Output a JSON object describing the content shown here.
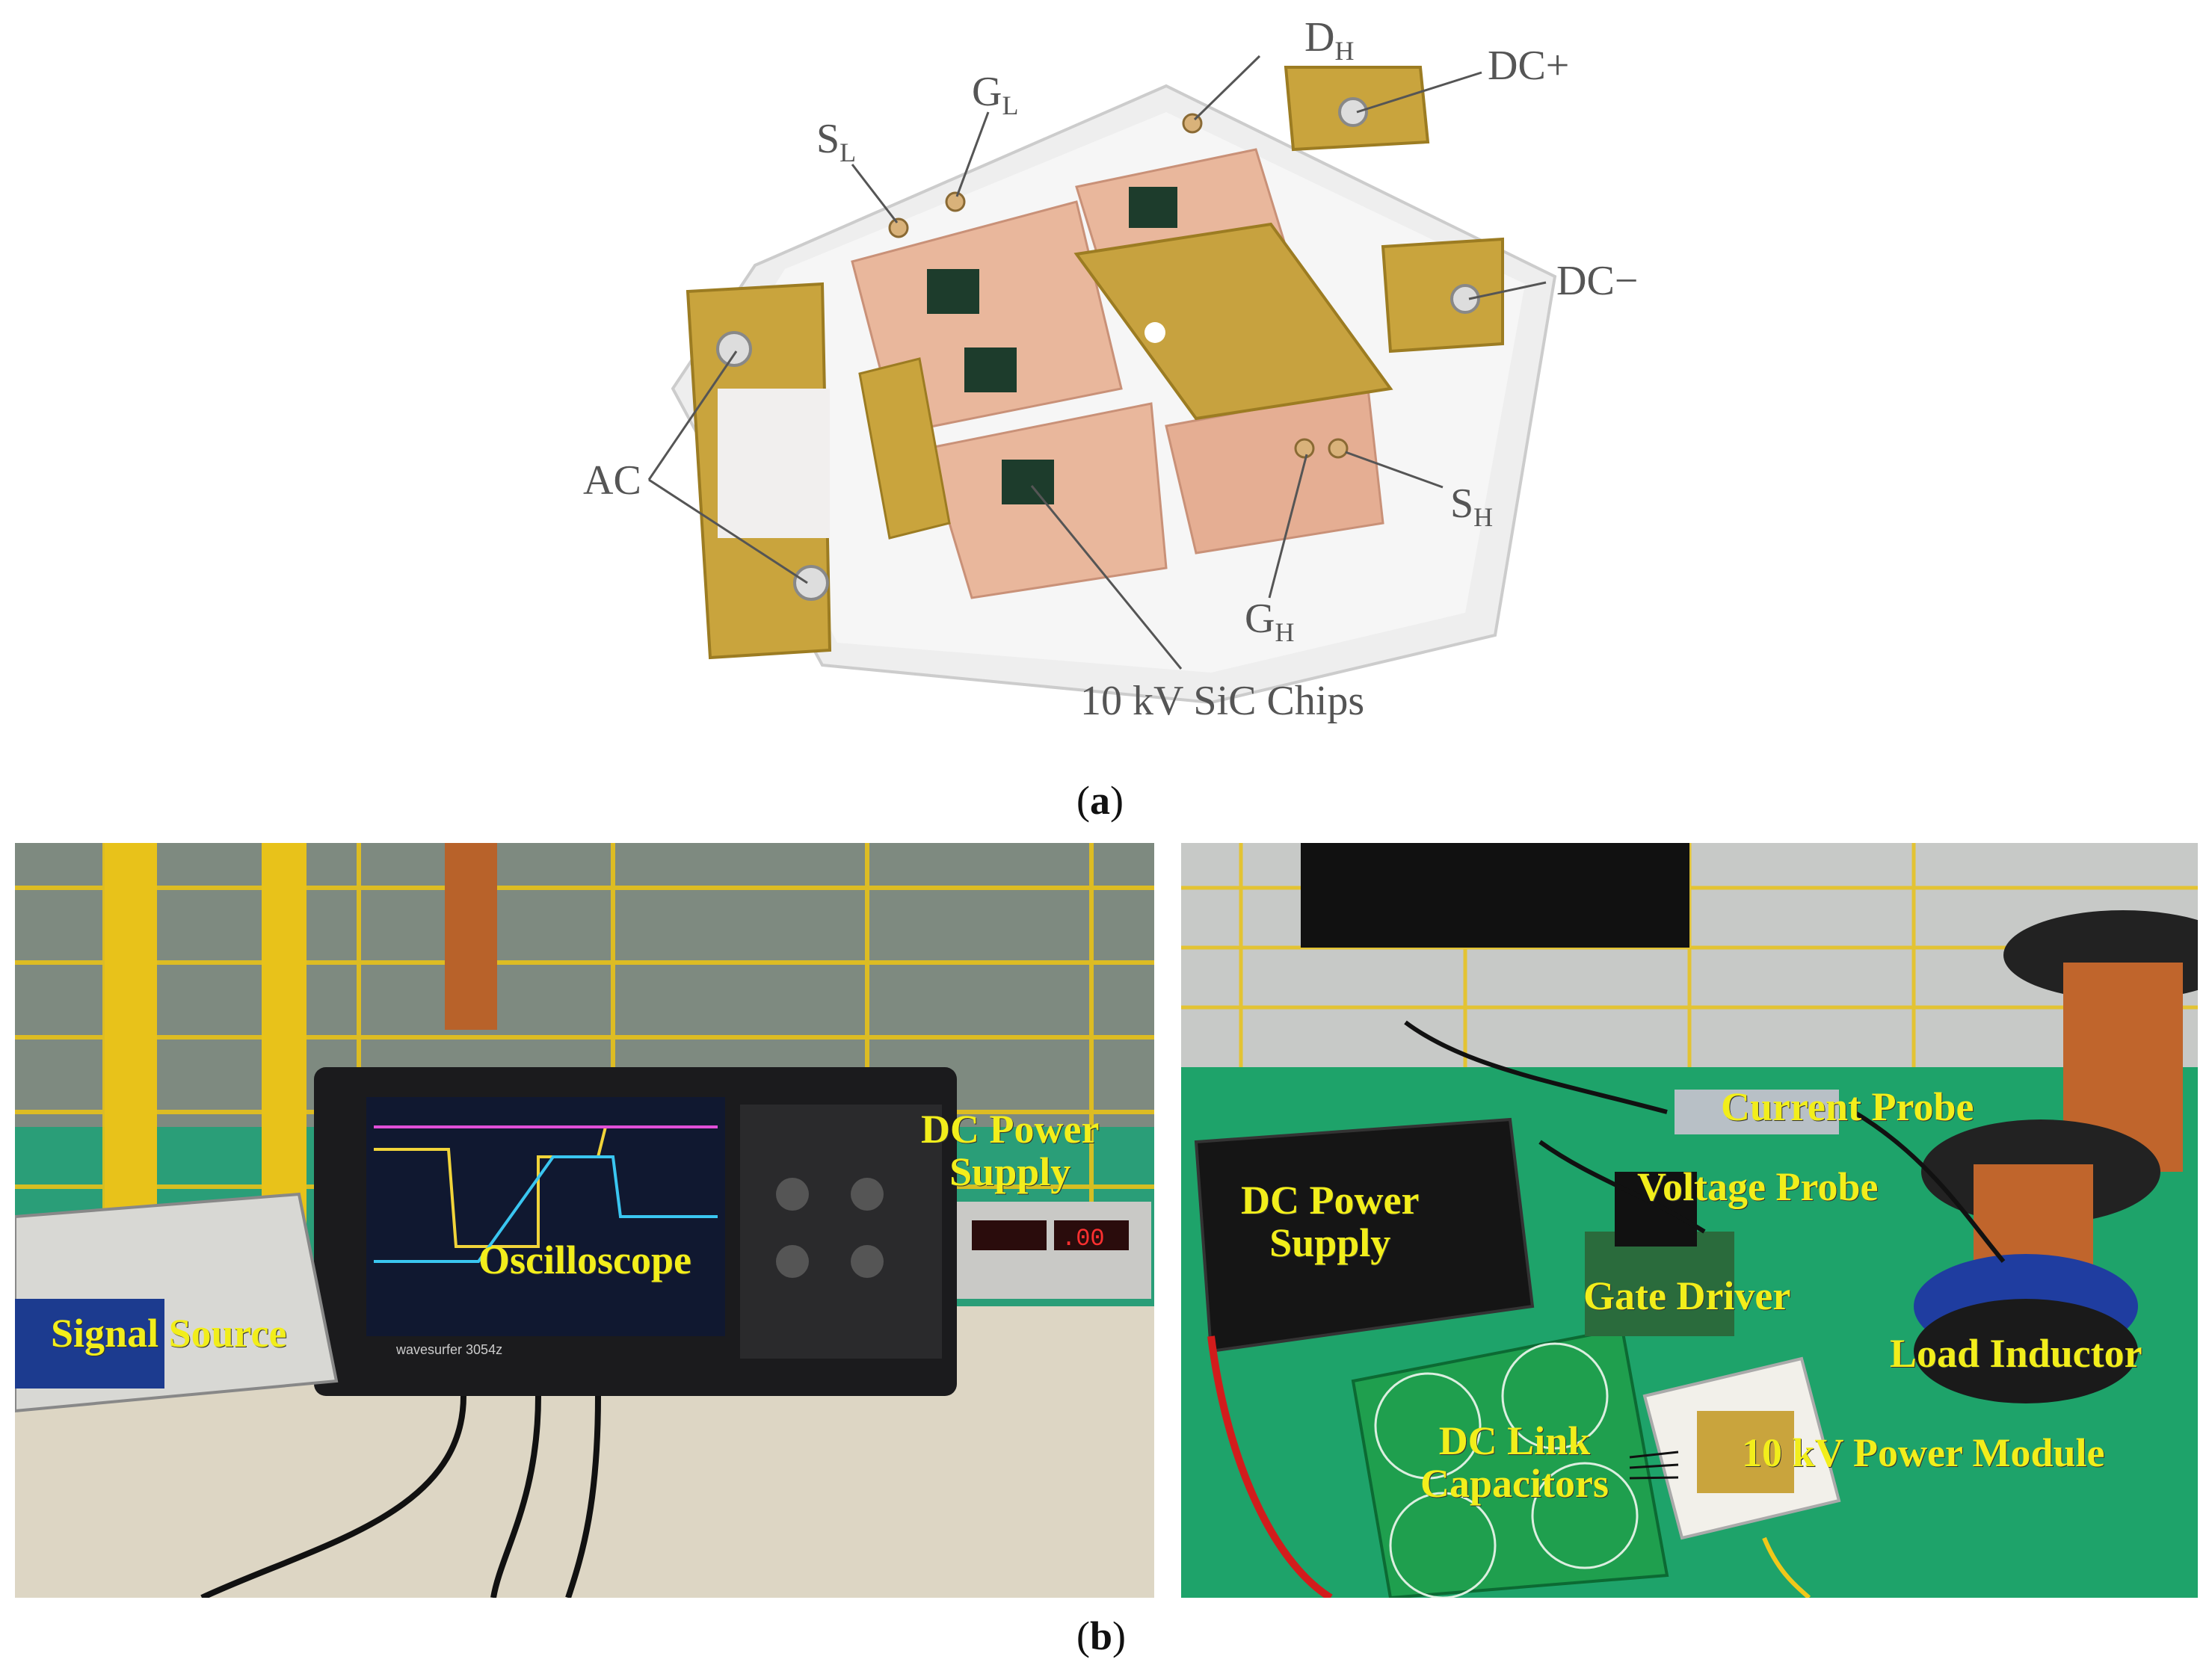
{
  "figure_a": {
    "labels": {
      "dh": {
        "main": "D",
        "sub": "H"
      },
      "dc_plus": {
        "main": "DC+"
      },
      "gl": {
        "main": "G",
        "sub": "L"
      },
      "sl": {
        "main": "S",
        "sub": "L"
      },
      "dc_minus": {
        "main": "DC−"
      },
      "ac": {
        "main": "AC"
      },
      "sh": {
        "main": "S",
        "sub": "H"
      },
      "gh": {
        "main": "G",
        "sub": "H"
      },
      "chips": {
        "main": "10 kV SiC Chips"
      }
    },
    "caption": {
      "open": "(",
      "letter": "a",
      "close": ")"
    }
  },
  "figure_b": {
    "left_photo": {
      "dc_supply": [
        "DC Power",
        "Supply"
      ],
      "oscilloscope": "Oscilloscope",
      "signal_source": "Signal Source",
      "scope_brand": "wavesurfer 3054z",
      "display_readout": ".00"
    },
    "right_photo": {
      "current_probe": "Current Probe",
      "voltage_probe": "Voltage Probe",
      "dc_supply": [
        "DC Power",
        "Supply"
      ],
      "gate_driver": "Gate Driver",
      "load_inductor": "Load Inductor",
      "dc_link": [
        "DC Link",
        "Capacitors"
      ],
      "power_module": "10 kV Power Module"
    },
    "caption": {
      "open": "(",
      "letter": "b",
      "close": ")"
    }
  },
  "colors": {
    "label_yellow": "#f2ee1b",
    "copper": "#e9b79c",
    "gold": "#c9a43d",
    "pcb_green": "#1c9a5a",
    "mesh_yellow": "#e8c21a"
  }
}
